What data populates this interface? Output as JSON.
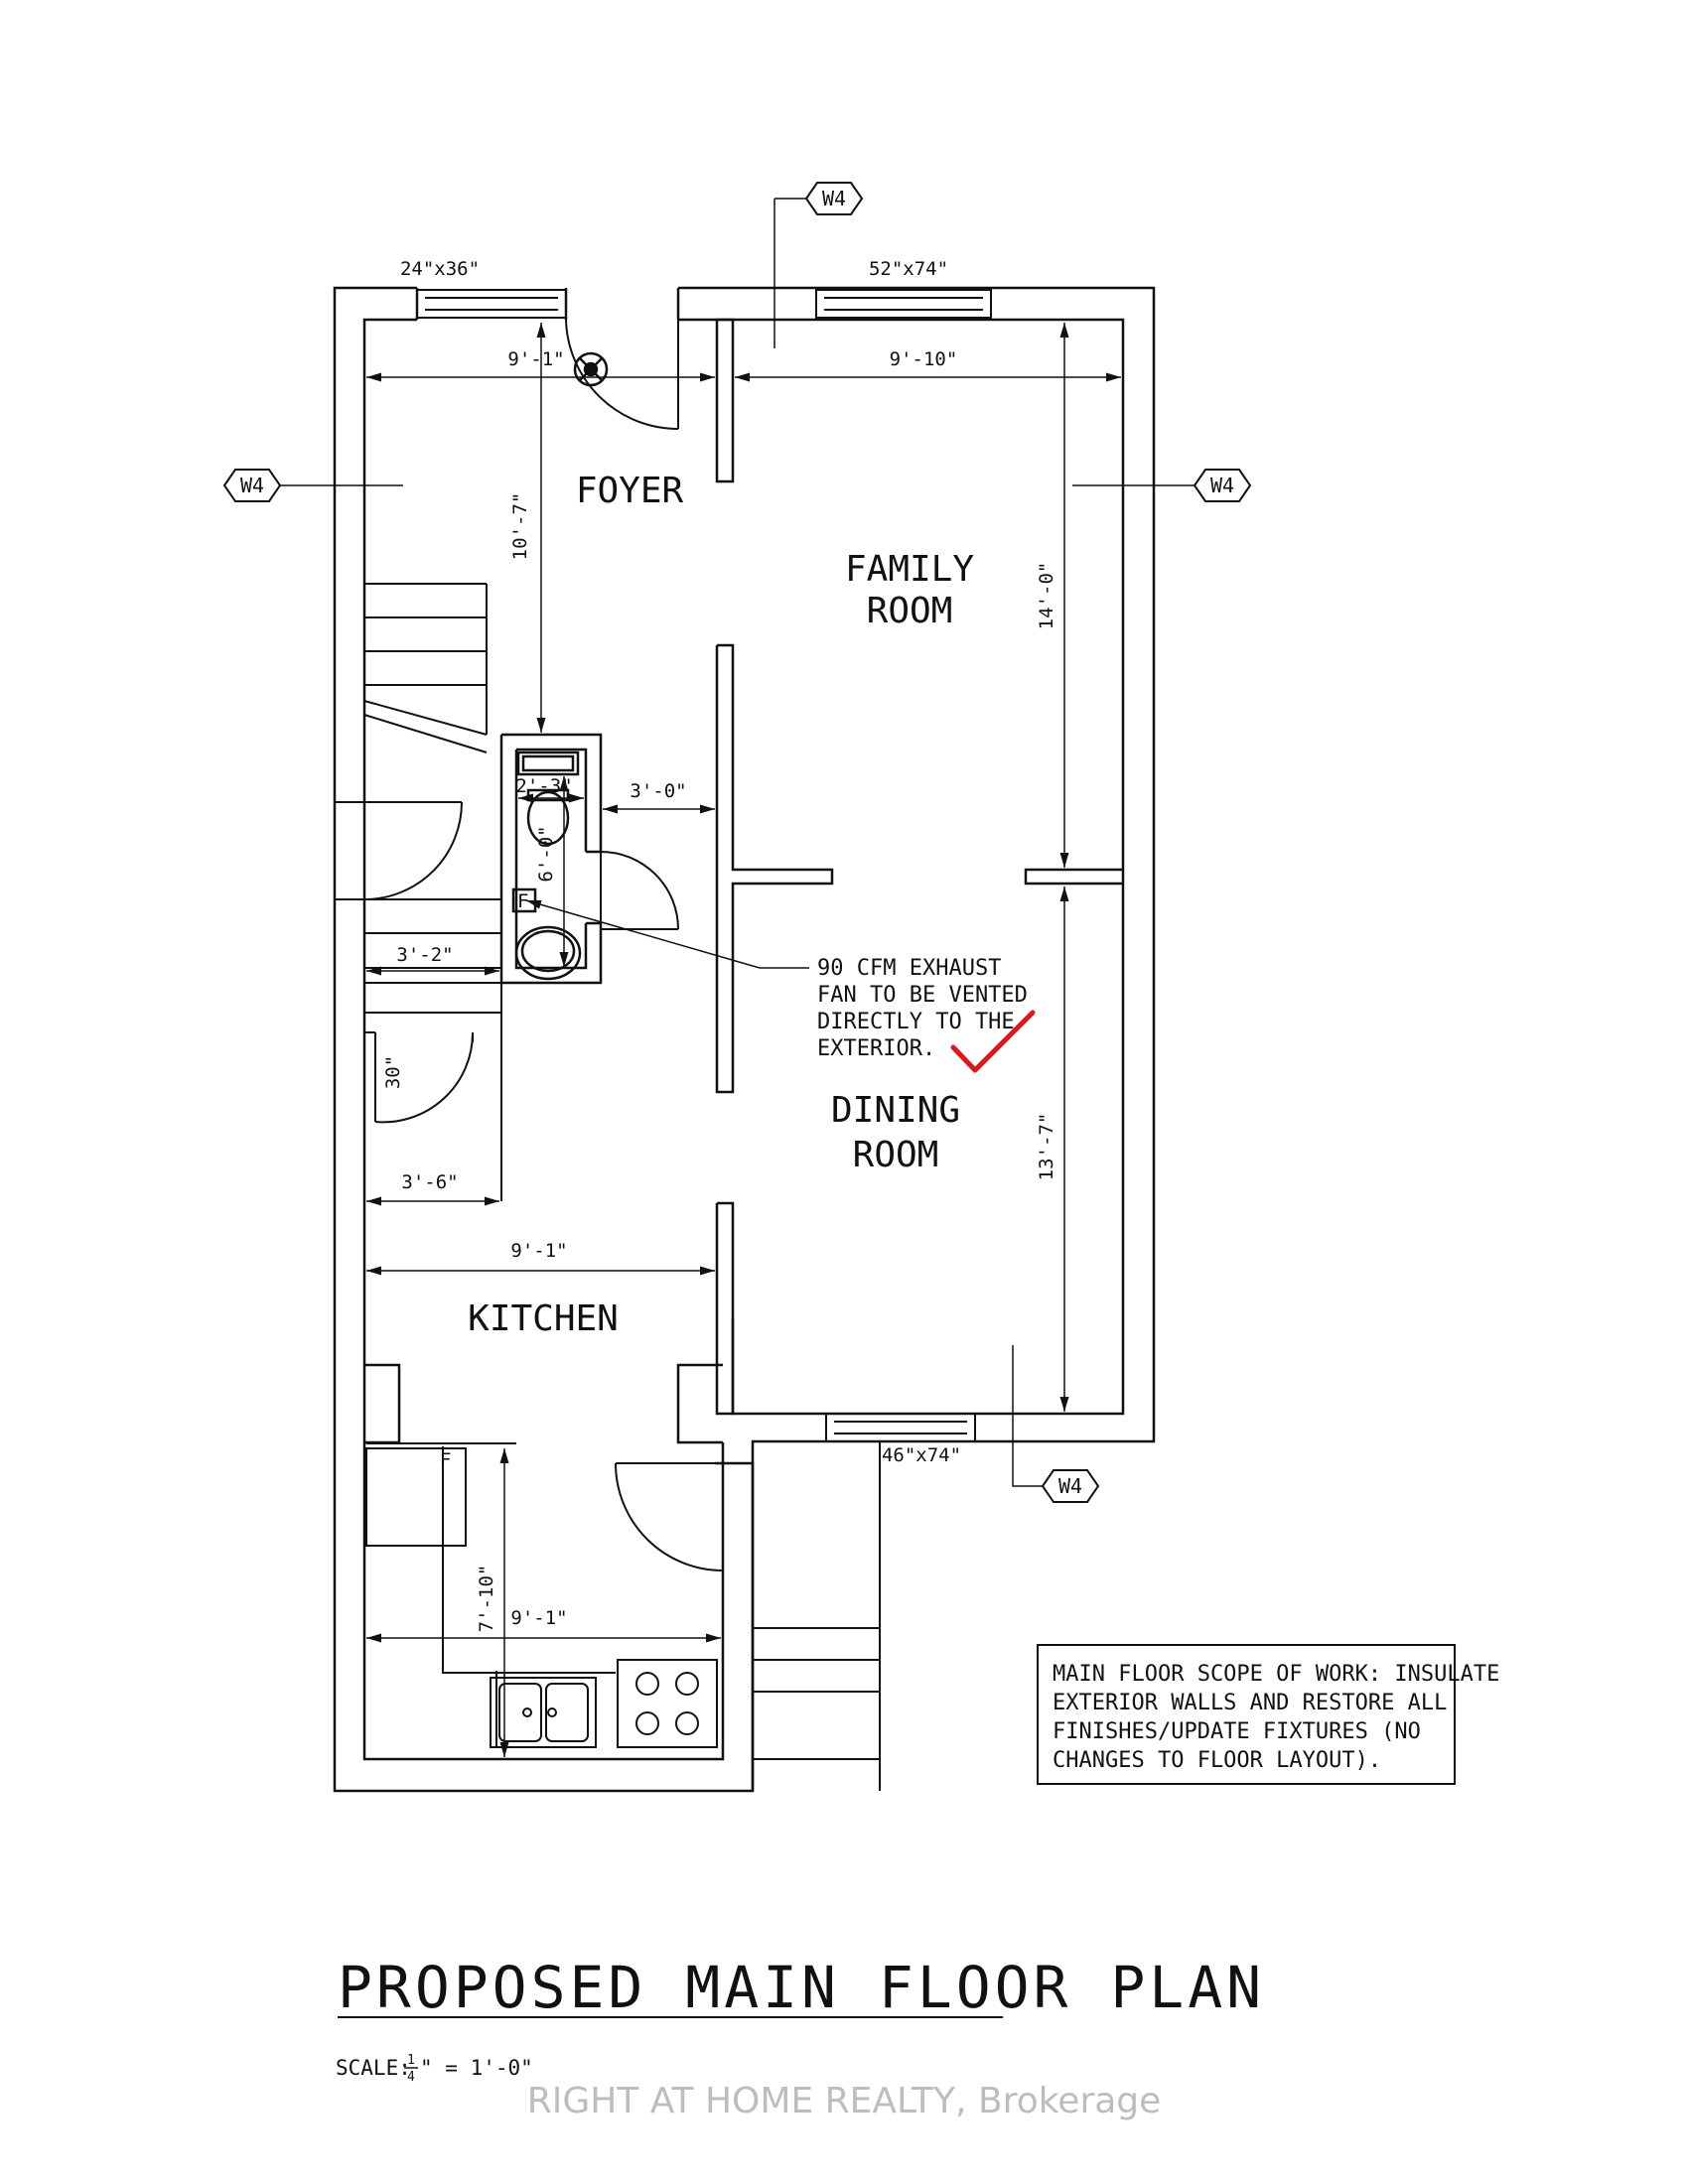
{
  "rooms": {
    "foyer": "FOYER",
    "family_line1": "FAMILY",
    "family_line2": "ROOM",
    "dining_line1": "DINING",
    "dining_line2": "ROOM",
    "kitchen": "KITCHEN"
  },
  "windows": {
    "top_left": "24\"x36\"",
    "top_right": "52\"x74\"",
    "bottom": "46\"x74\""
  },
  "dimensions": {
    "foyer_width": "9'-1\"",
    "family_width": "9'-10\"",
    "foyer_depth": "10'-7\"",
    "family_depth": "14'-0\"",
    "hall_width": "3'-0\"",
    "bath_width": "2'-3\"",
    "bath_depth": "6'-0\"",
    "stair_width": "3'-2\"",
    "door_30": "30\"",
    "closet_width": "3'-6\"",
    "kitchen_width": "9'-1\"",
    "dining_depth": "13'-7\"",
    "kitchen_depth": "7'-10\"",
    "counter_width": "9'-1\""
  },
  "wall_tags": {
    "label": "W4"
  },
  "fridge_marks": {
    "bath": "F",
    "kitchen": "F"
  },
  "exhaust_note": {
    "line1": "90 CFM EXHAUST",
    "line2": "FAN TO BE VENTED",
    "line3": "DIRECTLY TO THE",
    "line4": "EXTERIOR."
  },
  "scope_note": {
    "line1": "MAIN FLOOR SCOPE OF WORK: INSULATE",
    "line2": "EXTERIOR WALLS AND RESTORE ALL",
    "line3": "FINISHES/UPDATE FIXTURES (NO",
    "line4": "CHANGES TO FLOOR LAYOUT)."
  },
  "title": "PROPOSED MAIN FLOOR PLAN",
  "scale": {
    "prefix": "SCALE:",
    "fraction_num": "1",
    "fraction_den": "4",
    "suffix": "\" = 1'-0\""
  },
  "watermark": "RIGHT AT HOME REALTY, Brokerage",
  "colors": {
    "line": "#111111",
    "check": "#e0161b",
    "watermark": "#bdbdbd"
  }
}
